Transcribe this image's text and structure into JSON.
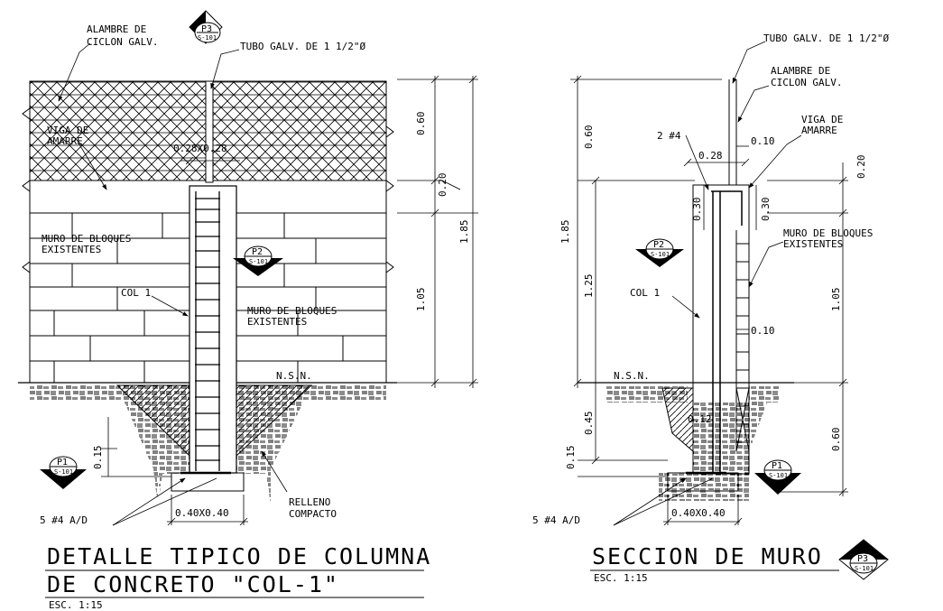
{
  "left": {
    "labels": {
      "cyclone_wire": [
        "ALAMBRE DE",
        "CICLON GALV."
      ],
      "pipe": "TUBO GALV. DE 1 1/2\"Ø",
      "tie_beam": [
        "VIGA DE",
        "AMARRE"
      ],
      "beam_section": "0.28X0.28",
      "block_wall_left": [
        "MURO DE BLOQUES",
        "EXISTENTES"
      ],
      "block_wall_right": [
        "MURO DE BLOQUES",
        "EXISTENTES"
      ],
      "column": "COL 1",
      "nsn": "N.S.N.",
      "fill": [
        "RELLENO",
        "COMPACTO"
      ],
      "rebar": "5 #4 A/D",
      "footing": "0.40X0.40"
    },
    "dims": {
      "d060": "0.60",
      "d020": "0.20",
      "d185": "1.85",
      "d105": "1.05",
      "d015": "0.15"
    },
    "title": [
      "DETALLE TIPICO DE COLUMNA",
      "DE CONCRETO \"COL-1\""
    ],
    "scale": "ESC. 1:15"
  },
  "right": {
    "labels": {
      "pipe": "TUBO GALV. DE 1 1/2\"Ø",
      "cyclone_wire": [
        "ALAMBRE DE",
        "CICLON GALV."
      ],
      "tie_beam": [
        "VIGA DE",
        "AMARRE"
      ],
      "bars": "2 #4",
      "block_wall": [
        "MURO DE BLOQUES",
        "EXISTENTES"
      ],
      "column": "COL 1",
      "nsn": "N.S.N.",
      "rebar": "5 #4 A/D",
      "footing": "0.40X0.40"
    },
    "dims": {
      "d060": "0.60",
      "d185": "1.85",
      "d125": "1.25",
      "d045": "0.45",
      "d015": "0.15",
      "d028": "0.28",
      "d030a": "0.30",
      "d030b": "0.30",
      "d010a": "0.10",
      "d010b": "0.10",
      "d020": "0.20",
      "d105": "1.05",
      "d060b": "0.60",
      "d012": "0.12"
    },
    "title": "SECCION DE MURO",
    "scale": "ESC. 1:15"
  },
  "markers": {
    "p3_top": {
      "id": "P3",
      "sheet": "S-101"
    },
    "p2_left": {
      "id": "P2",
      "sheet": "S-101"
    },
    "p1_left": {
      "id": "P1",
      "sheet": "S-101"
    },
    "p2_right": {
      "id": "P2",
      "sheet": "S-101"
    },
    "p1_right": {
      "id": "P1",
      "sheet": "S-101"
    },
    "p3_title": {
      "id": "P3",
      "sheet": "S-101"
    }
  }
}
